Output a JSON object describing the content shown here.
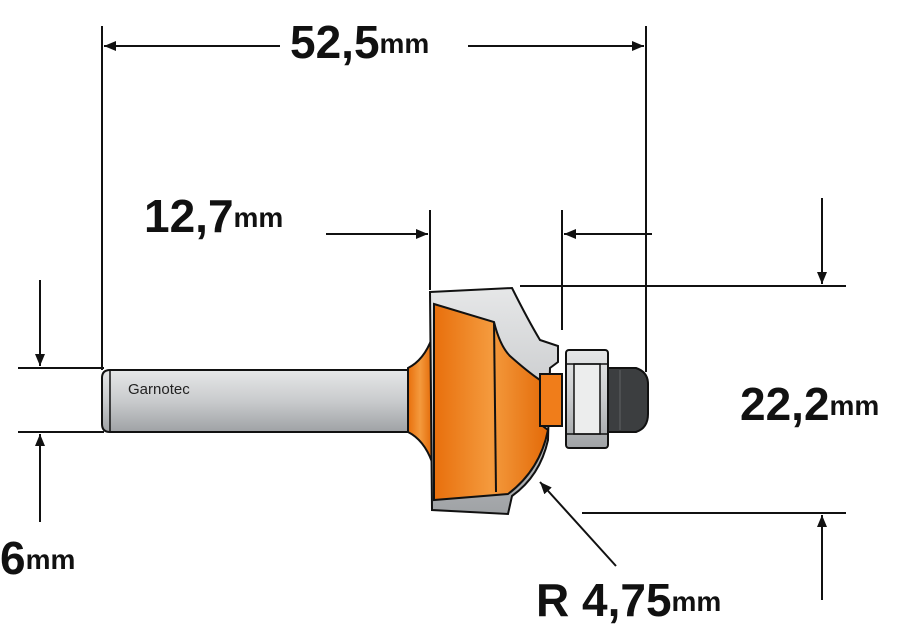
{
  "diagram": {
    "brand_label": "Garnotec",
    "dimensions": {
      "overall_length": {
        "value": "52,5",
        "unit": "mm"
      },
      "cutting_length": {
        "value": "12,7",
        "unit": "mm"
      },
      "cutting_diameter": {
        "value": "22,2",
        "unit": "mm"
      },
      "shank_diameter": {
        "value": "6",
        "unit": "mm"
      },
      "radius": {
        "value": "R 4,75",
        "unit": "mm"
      }
    },
    "colors": {
      "body_orange": "#f07d1a",
      "steel_gray": "#c4c6c8",
      "bearing_dark": "#3c3e40",
      "line_black": "#111111"
    }
  }
}
